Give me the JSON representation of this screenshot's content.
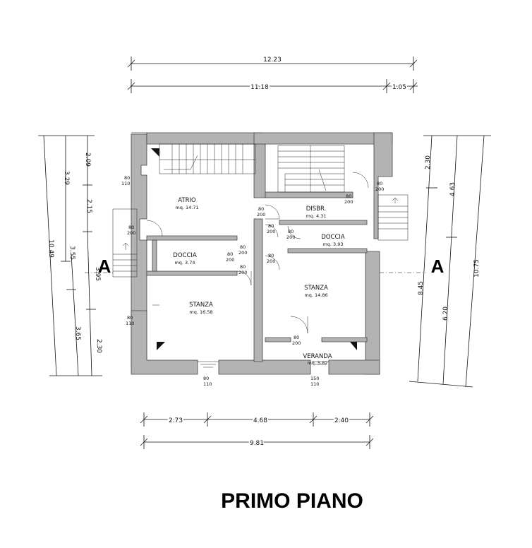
{
  "title": "PRIMO PIANO",
  "section_marker": "A",
  "dimensions": {
    "top_total": "12.23",
    "top_main": "11.18",
    "top_extra": "1.05",
    "bottom_a": "2.73",
    "bottom_b": "4.68",
    "bottom_c": "2.40",
    "bottom_total": "9.81",
    "left_2_09": "2.09",
    "left_3_29": "3.29",
    "left_2_15": "2.15",
    "left_3_55": "3.55",
    "left_10_49": "10.49",
    "left_3_95": "3.95",
    "left_3_65": "3.65",
    "left_2_30": "2.30",
    "right_2_30": "2.30",
    "right_4_63": "4.63",
    "right_8_45": "8.45",
    "right_6_20": "6.20",
    "right_10_75": "10.75"
  },
  "rooms": {
    "atrio": {
      "name": "ATRIO",
      "area": "mq. 14.71"
    },
    "disbr": {
      "name": "DISBR.",
      "area": "mq. 4.31"
    },
    "doccia_right": {
      "name": "DOCCIA",
      "area": "mq. 3.93"
    },
    "doccia_left": {
      "name": "DOCCIA",
      "area": "mq. 3.74"
    },
    "stanza_left": {
      "name": "STANZA",
      "area": "mq. 16.58"
    },
    "stanza_right": {
      "name": "STANZA",
      "area": "mq. 14.86"
    },
    "veranda": {
      "name": "VERANDA",
      "area": "mq. 5.82"
    }
  },
  "openings": {
    "w80_110": [
      "80",
      "110"
    ],
    "d80_200": [
      "80",
      "200"
    ],
    "w150_110": [
      "150",
      "110"
    ]
  }
}
